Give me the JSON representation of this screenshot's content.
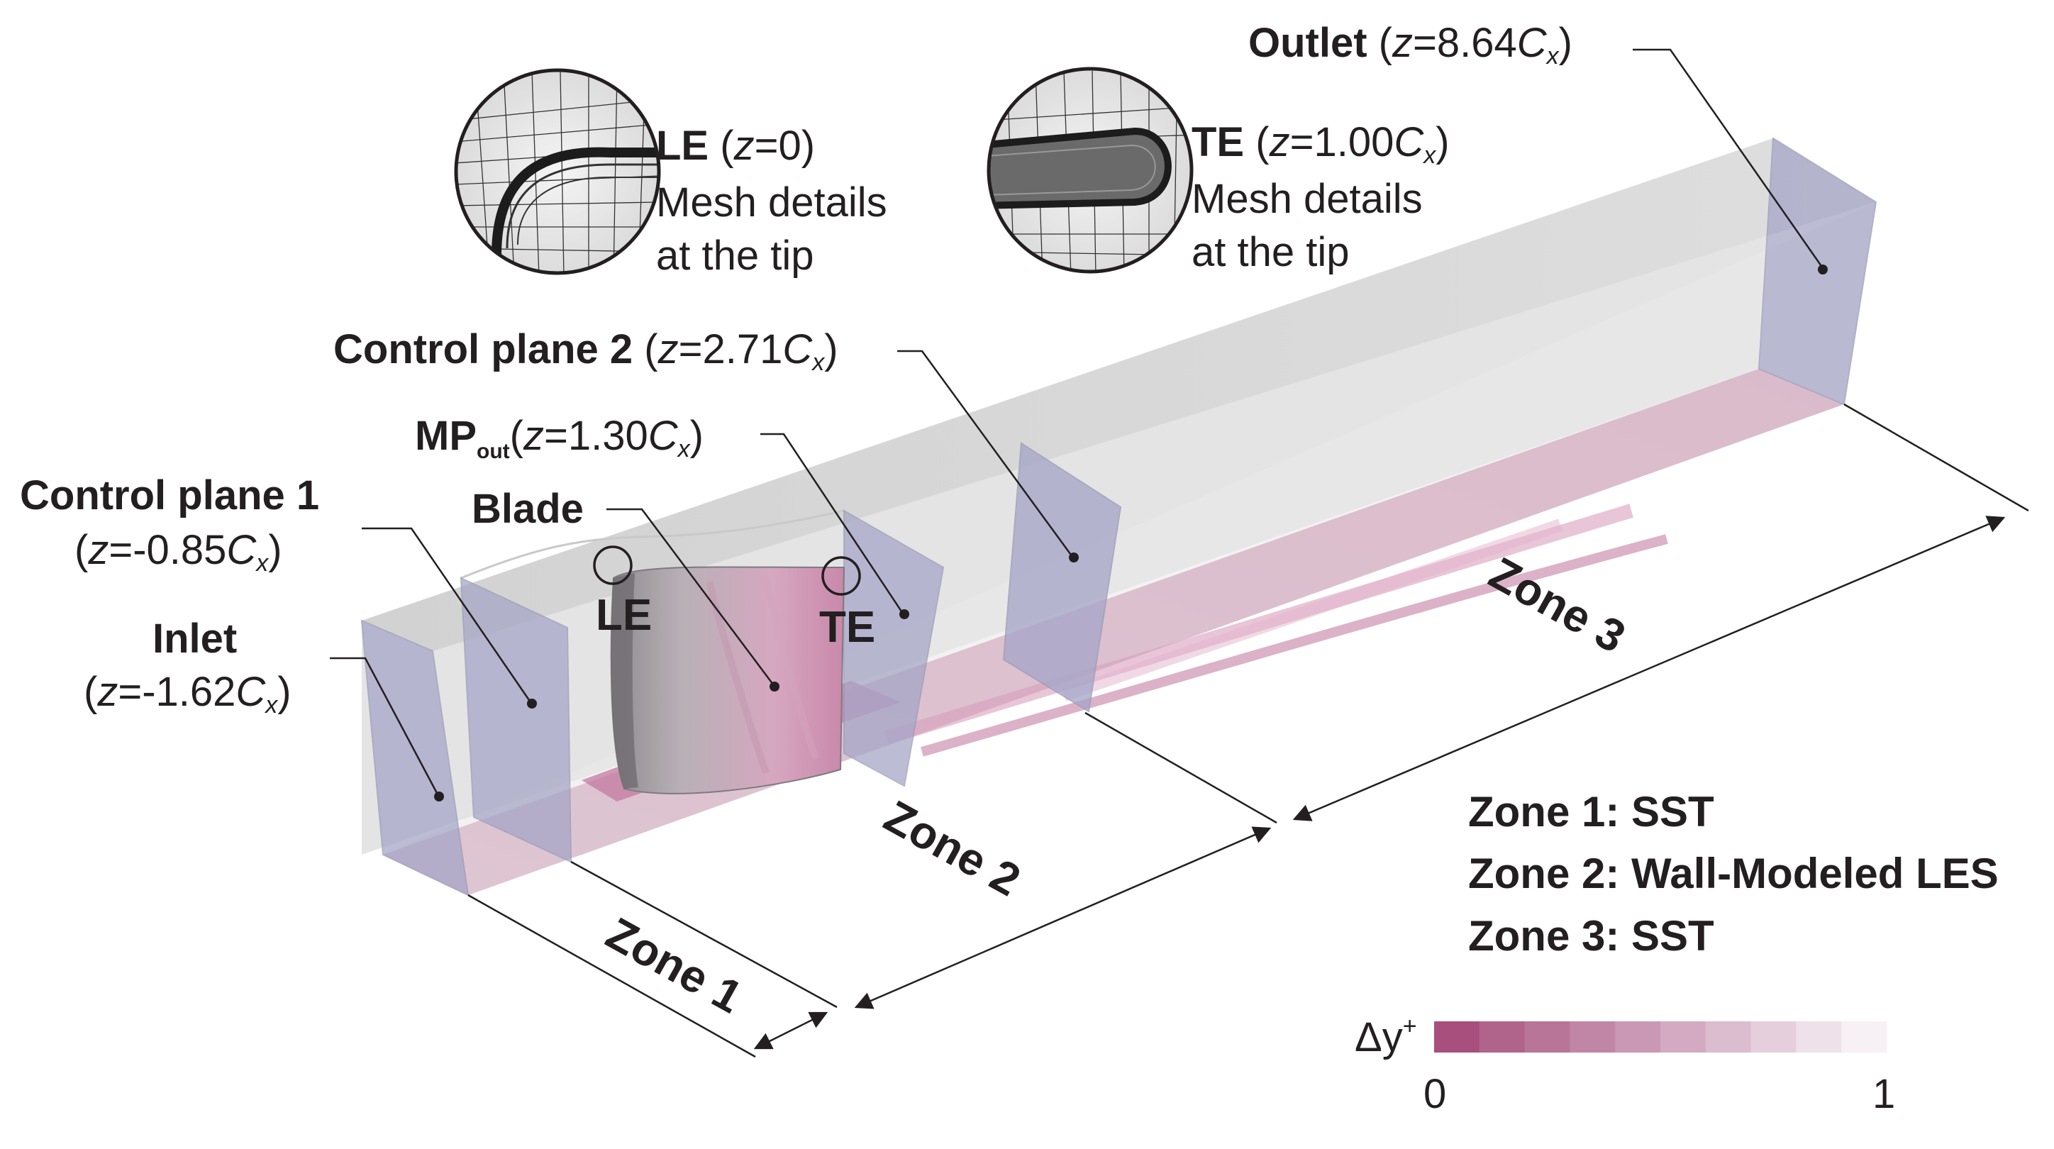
{
  "labels": {
    "outlet": {
      "name": "Outlet",
      "pre": "(",
      "z": "z",
      "eq": "=8.64",
      "c": "C",
      "sub": "x",
      "post": ")"
    },
    "le_detail": {
      "name": "LE",
      "pre": "(",
      "z": "z",
      "eq": "=0)",
      "line1": "Mesh details",
      "line2": "at the tip"
    },
    "te_detail": {
      "name": "TE",
      "pre": "(",
      "z": "z",
      "eq": "=1.00",
      "c": "C",
      "sub": "x",
      "post": ")",
      "line1": "Mesh details",
      "line2": "at the tip"
    },
    "control_plane_2": {
      "name": "Control plane 2",
      "pre": "(",
      "z": "z",
      "eq": "=2.71",
      "c": "C",
      "sub": "x",
      "post": ")"
    },
    "mp_out": {
      "name": "MP",
      "sub_name": "out",
      "pre": "(",
      "z": "z",
      "eq": "=1.30",
      "c": "C",
      "sub": "x",
      "post": ")"
    },
    "control_plane_1": {
      "name": "Control plane 1",
      "pre": "(",
      "z": "z",
      "eq": "=-0.85",
      "c": "C",
      "sub": "x",
      "post": ")"
    },
    "blade": {
      "name": "Blade"
    },
    "inlet": {
      "name": "Inlet",
      "pre": "(",
      "z": "z",
      "eq": "=-1.62",
      "c": "C",
      "sub": "x",
      "post": ")"
    },
    "le_marker": "LE",
    "te_marker": "TE"
  },
  "zones": {
    "zone1": "Zone 1",
    "zone2": "Zone 2",
    "zone3": "Zone 3"
  },
  "legend": {
    "line1": "Zone 1: SST",
    "line2": "Zone 2: Wall-Modeled LES",
    "line3": "Zone 3: SST"
  },
  "colorbar": {
    "label": "Δy",
    "label_sup": "+",
    "min": "0",
    "max": "1",
    "colors": [
      "#a84f7e",
      "#b0648b",
      "#b87598",
      "#c186a6",
      "#ca98b4",
      "#d3aac2",
      "#dcbccf",
      "#e6cfdd",
      "#efe1ea",
      "#f7f0f4"
    ]
  },
  "colors": {
    "box_top": "#dadada",
    "plane_fill": "#a9a9c7",
    "floor_fill": "#c679a0",
    "blade_fill": "#a9a6aa"
  }
}
